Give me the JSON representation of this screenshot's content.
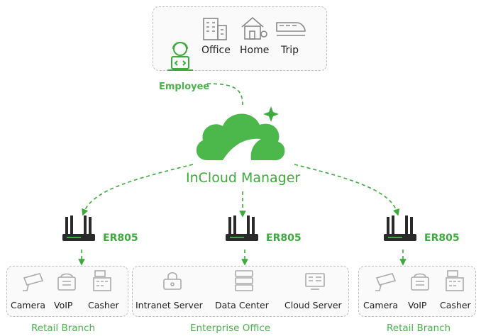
{
  "colors": {
    "accent": "#3daa3d",
    "icon_gray": "#888888",
    "box_border": "#bdbdbd"
  },
  "remote": {
    "locations": [
      {
        "label": "Office",
        "icon": "office-building-icon"
      },
      {
        "label": "Home",
        "icon": "home-icon"
      },
      {
        "label": "Trip",
        "icon": "train-icon"
      }
    ],
    "employee_label": "Employee"
  },
  "cloud": {
    "label": "InCloud Manager",
    "icon": "cloud-icon"
  },
  "sites": [
    {
      "router_label": "ER805",
      "site_label": "Retail Branch",
      "devices": [
        {
          "label": "Camera",
          "icon": "camera-icon"
        },
        {
          "label": "VoIP",
          "icon": "phone-icon"
        },
        {
          "label": "Casher",
          "icon": "cash-register-icon"
        }
      ]
    },
    {
      "router_label": "ER805",
      "site_label": "Enterprise Office",
      "devices": [
        {
          "label": "Intranet Server",
          "icon": "lock-server-icon"
        },
        {
          "label": "Data Center",
          "icon": "server-stack-icon"
        },
        {
          "label": "Cloud Server",
          "icon": "cloud-server-icon"
        }
      ]
    },
    {
      "router_label": "ER805",
      "site_label": "Retail Branch",
      "devices": [
        {
          "label": "Camera",
          "icon": "camera-icon"
        },
        {
          "label": "VoIP",
          "icon": "phone-icon"
        },
        {
          "label": "Casher",
          "icon": "cash-register-icon"
        }
      ]
    }
  ]
}
